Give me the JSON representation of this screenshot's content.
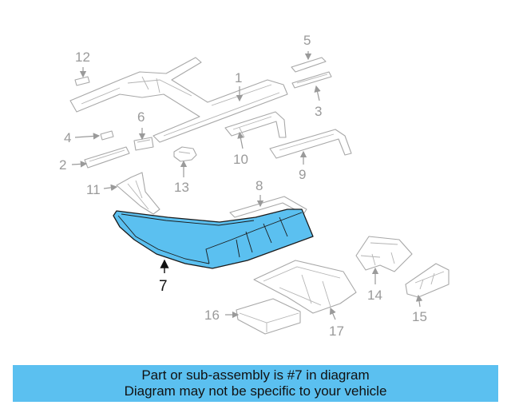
{
  "banner": {
    "line1": "Part or sub-assembly is #7 in diagram",
    "line2": "Diagram may not be specific to your vehicle",
    "color": "#5bc0f0"
  },
  "highlight_color": "#5bc0f0",
  "callouts": {
    "c1": "1",
    "c2": "2",
    "c3": "3",
    "c4": "4",
    "c5": "5",
    "c6": "6",
    "c7": "7",
    "c8": "8",
    "c9": "9",
    "c10": "10",
    "c11": "11",
    "c12": "12",
    "c13": "13",
    "c14": "14",
    "c15": "15",
    "c16": "16",
    "c17": "17"
  }
}
